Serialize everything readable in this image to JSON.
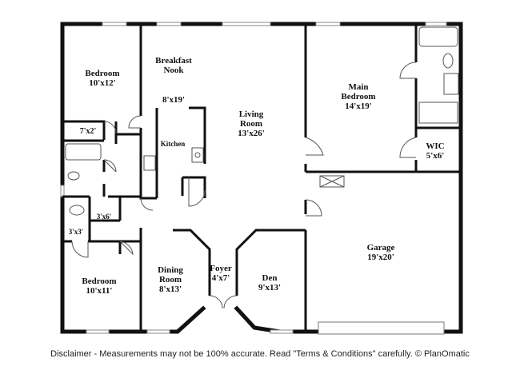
{
  "rooms": {
    "bedroom_top": {
      "name": "Bedroom",
      "dims": "10'x12'"
    },
    "breakfast": {
      "name_line1": "Breakfast",
      "name_line2": "Nook"
    },
    "kitchen_dims": "8'x19'",
    "kitchen": {
      "name": "Kitchen"
    },
    "living": {
      "name_line1": "Living",
      "name_line2": "Room",
      "dims": "13'x26'"
    },
    "main_bedroom": {
      "name_line1": "Main",
      "name_line2": "Bedroom",
      "dims": "14'x19'"
    },
    "closet_7x2": "7'x2'",
    "wic": {
      "name": "WIC",
      "dims": "5'x6'"
    },
    "closet_3x6": "3'x6'",
    "closet_3x3": "3'x3'",
    "garage": {
      "name": "Garage",
      "dims": "19'x20'"
    },
    "bedroom_bottom": {
      "name": "Bedroom",
      "dims": "10'x11'"
    },
    "dining": {
      "name_line1": "Dining",
      "name_line2": "Room",
      "dims": "8'x13'"
    },
    "foyer": {
      "name": "Foyer",
      "dims": "4'x7'"
    },
    "den": {
      "name": "Den",
      "dims": "9'x13'"
    }
  },
  "disclaimer": "Disclaimer - Measurements may not be 100% accurate. Read \"Terms & Conditions\" carefully. © PlanOmatic"
}
